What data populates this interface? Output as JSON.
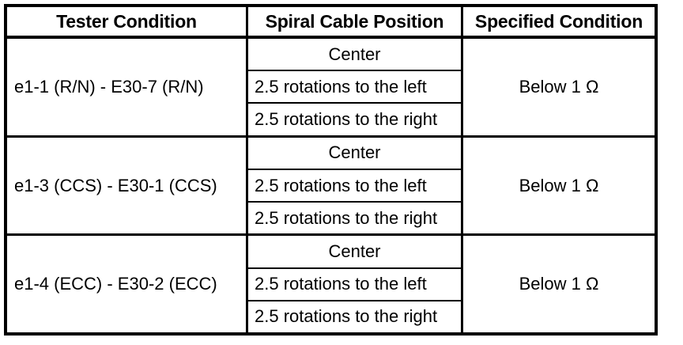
{
  "table": {
    "headers": {
      "tester_condition": "Tester Condition",
      "spiral_cable_position": "Spiral Cable Position",
      "specified_condition": "Specified Condition"
    },
    "groups": [
      {
        "tester_condition": "e1-1 (R/N) - E30-7 (R/N)",
        "positions": [
          "Center",
          "2.5 rotations to the left",
          "2.5 rotations to the right"
        ],
        "specified_condition": "Below 1 Ω"
      },
      {
        "tester_condition": "e1-3 (CCS) - E30-1 (CCS)",
        "positions": [
          "Center",
          "2.5 rotations to the left",
          "2.5 rotations to the right"
        ],
        "specified_condition": "Below 1 Ω"
      },
      {
        "tester_condition": "e1-4 (ECC) - E30-2 (ECC)",
        "positions": [
          "Center",
          "2.5 rotations to the left",
          "2.5 rotations to the right"
        ],
        "specified_condition": "Below 1 Ω"
      }
    ]
  },
  "colors": {
    "border": "#000000",
    "background": "#ffffff",
    "text": "#000000"
  }
}
